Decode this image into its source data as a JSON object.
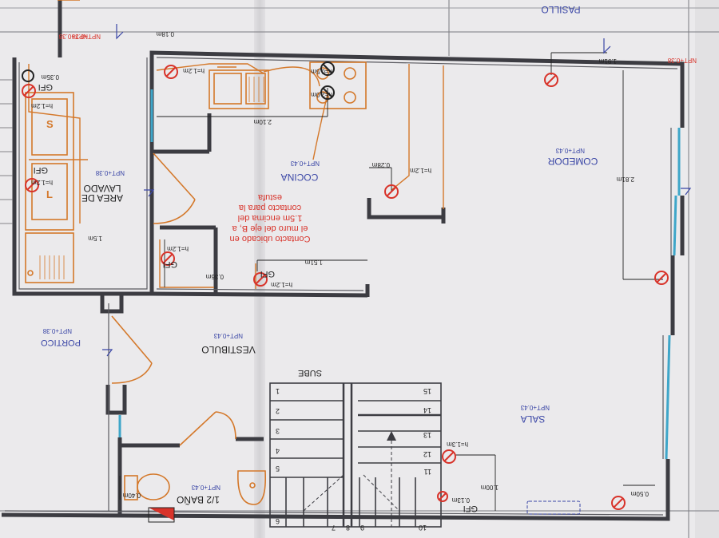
{
  "rooms": {
    "pasillo": "PASILLO",
    "comedor": "COMEDOR",
    "cocina": "COCINA",
    "area_lavado_1": "AREA DE",
    "area_lavado_2": "LAVADO",
    "vestibulo": "VESTIBULO",
    "portico": "PORTICO",
    "sala": "SALA",
    "medio_bano": "1/2 BAÑO"
  },
  "levels": {
    "npt_038": "NPT+0.38",
    "npt_043": "NPT+0.43"
  },
  "outlets": {
    "gfi": "GFI",
    "h12": "h=1.2m",
    "h13": "h=1.3m",
    "h05": "h=0.5m",
    "h20": "h=2.0m"
  },
  "dimensions": {
    "d018": "0.18m",
    "d035": "0.35m",
    "d210": "2.10m",
    "d028": "0.28m",
    "d151": "1.51m",
    "d036": "0.36m",
    "d15": "1.5m",
    "d040": "0.40m",
    "d013": "0.13m",
    "d100": "1.00m",
    "d050": "0.50m",
    "d281": "2.81m",
    "d191": "1.91m"
  },
  "note": {
    "l1": "Contacto ubicado en",
    "l2": "el muro del eje B, a",
    "l3": "1.5m encima del",
    "l4": "contacto para la",
    "l5": "estufa"
  },
  "stair": {
    "sube": "SUBE",
    "steps": [
      "1",
      "2",
      "3",
      "4",
      "5",
      "6",
      "7",
      "8",
      "9",
      "10",
      "11",
      "12",
      "13",
      "14",
      "15"
    ]
  },
  "colors": {
    "wall": "#3c3c42",
    "orange": "#d4782a",
    "red": "#d8332a",
    "blue": "#4a55a8",
    "window": "#3ea6c9"
  }
}
